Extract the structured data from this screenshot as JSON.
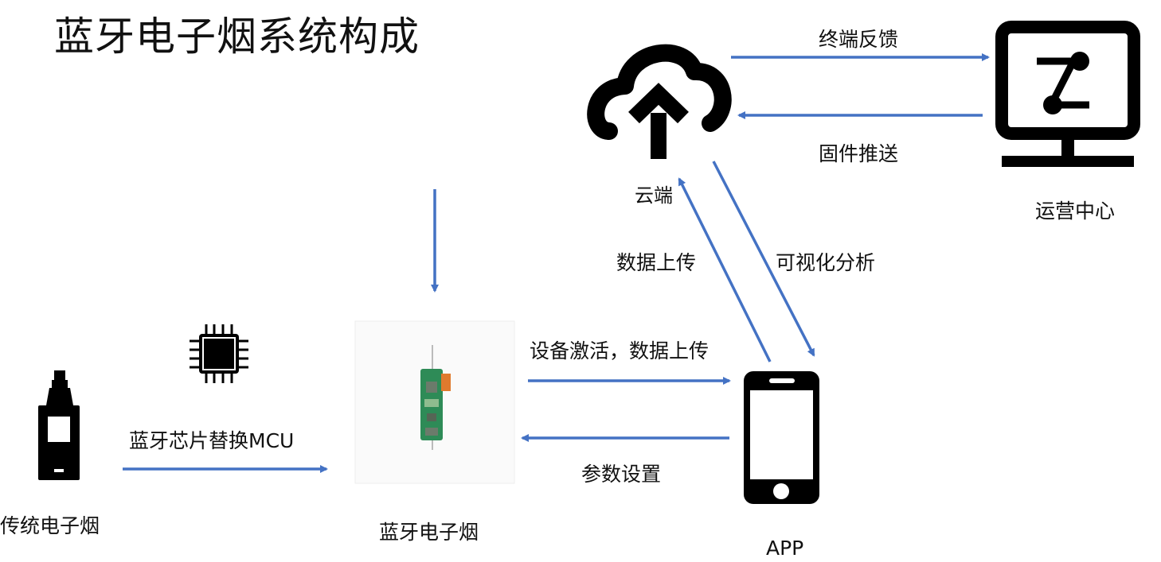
{
  "title": "蓝牙电子烟系统构成",
  "nodes": {
    "traditional": "传统电子烟",
    "bluetooth": "蓝牙电子烟",
    "app": "APP",
    "cloud": "云端",
    "ops": "运营中心"
  },
  "edges": {
    "replace_mcu": "蓝牙芯片替换MCU",
    "activate_upload": "设备激活，数据上传",
    "param_setting": "参数设置",
    "data_upload": "数据上传",
    "visual_analysis": "可视化分析",
    "terminal_feedback": "终端反馈",
    "firmware_push": "固件推送"
  },
  "colors": {
    "arrow": "#4472C4",
    "icon": "#000000",
    "pcb": "#2e8b57"
  }
}
